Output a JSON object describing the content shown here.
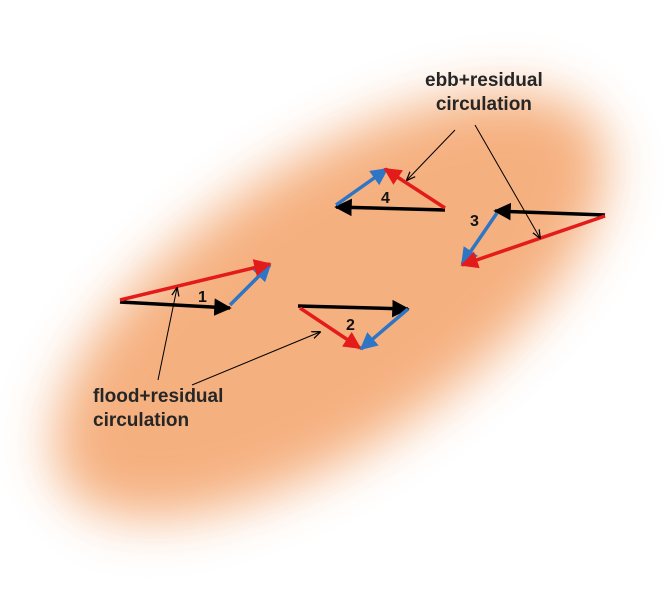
{
  "labels": {
    "ebb_line1": "ebb+residual",
    "ebb_line2": "circulation",
    "flood_line1": "flood+residual",
    "flood_line2": "circulation"
  },
  "triangles": [
    {
      "number": "1"
    },
    {
      "number": "2"
    },
    {
      "number": "3"
    },
    {
      "number": "4"
    }
  ],
  "colors": {
    "background_blob": "#f4a872",
    "black_arrow": "#000000",
    "red_arrow": "#e31b1b",
    "blue_arrow": "#2e75c6",
    "pointer_line": "#000000"
  }
}
